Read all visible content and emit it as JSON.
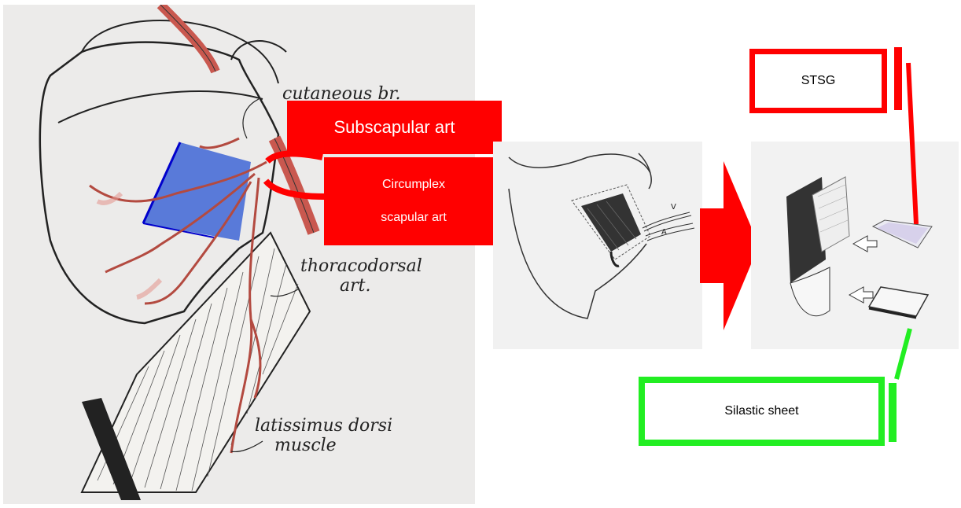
{
  "anatomy": {
    "labels": {
      "cutaneous": "cutaneous br.",
      "thoracodorsal_line1": "thoracodorsal",
      "thoracodorsal_line2": "art.",
      "latissimus_line1": "latissimus dorsi",
      "latissimus_line2": "muscle"
    }
  },
  "callouts": {
    "subscapular": "Subscapular art",
    "circumflex_line1": "Circumplex",
    "circumflex_line2": "scapular art"
  },
  "middle_panel": {
    "vessel_labels": {
      "vein": "V",
      "artery": "A"
    }
  },
  "right_boxes": {
    "stsg": "STSG",
    "silastic": "Silastic sheet"
  },
  "colors": {
    "callout_red": "#ff0000",
    "stsg_border": "#ff0000",
    "silastic_border": "#22ee22",
    "flap_blue": "#3f66d6",
    "vessel_red": "#c9584f"
  }
}
